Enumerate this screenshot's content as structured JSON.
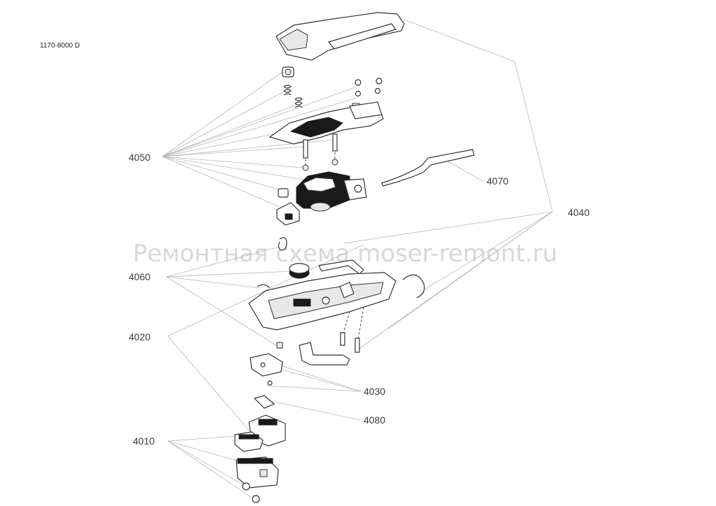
{
  "drawing_code": "1170-8000 D",
  "watermark": "Ремонтная схема moser-remont.ru",
  "labels": {
    "l4050": "4050",
    "l4070": "4070",
    "l4040": "4040",
    "l4060": "4060",
    "l4020": "4020",
    "l4030": "4030",
    "l4080": "4080",
    "l4010": "4010"
  },
  "colors": {
    "line": "#b8b8b8",
    "part": "#333333",
    "fill_dark": "#1a1a1a"
  }
}
